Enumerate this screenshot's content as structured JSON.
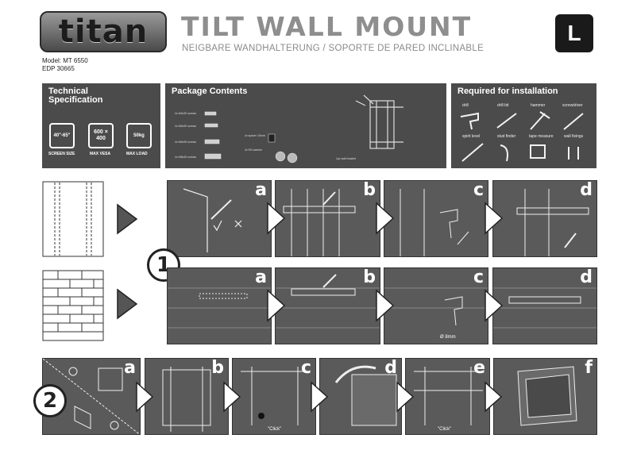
{
  "header": {
    "logo": "titan",
    "title": "TILT WALL MOUNT",
    "subtitle": "NEIGBARE WANDHALTERUNG / SOPORTE DE PARED INCLINABLE",
    "size_badge": "L",
    "model": "Model: MT 6550",
    "edp": "EDP 30665"
  },
  "tech_spec": {
    "title": "Technical Specification",
    "items": [
      {
        "value": "40\"-65\"",
        "label": "SCREEN SIZE"
      },
      {
        "value": "600 × 400",
        "label": "MAX VESA"
      },
      {
        "value": "50kg",
        "label": "MAX LOAD"
      }
    ]
  },
  "package": {
    "title": "Package Contents",
    "labels": [
      "4x M4x30 screws",
      "4x M5x30 screws",
      "4x M6x45 screws",
      "4x M8x45 screws",
      "4x spacer 10mm",
      "4x 5% washer",
      "1pc wall bracket"
    ]
  },
  "required": {
    "title": "Required for installation",
    "tools": [
      "drill",
      "drill bit",
      "hammer",
      "screwdriver",
      "spirit level",
      "stud finder",
      "tape measure",
      "wall fixings"
    ]
  },
  "steps": {
    "row1": [
      "a",
      "b",
      "c",
      "d"
    ],
    "row2": [
      "a",
      "b",
      "c",
      "d"
    ],
    "row3": [
      "a",
      "b",
      "c",
      "d",
      "e",
      "f"
    ],
    "num1": "1",
    "num2": "2",
    "drill_size": "Ø 8mm",
    "click_c": "\"Click\"",
    "click_e": "\"Click\""
  }
}
